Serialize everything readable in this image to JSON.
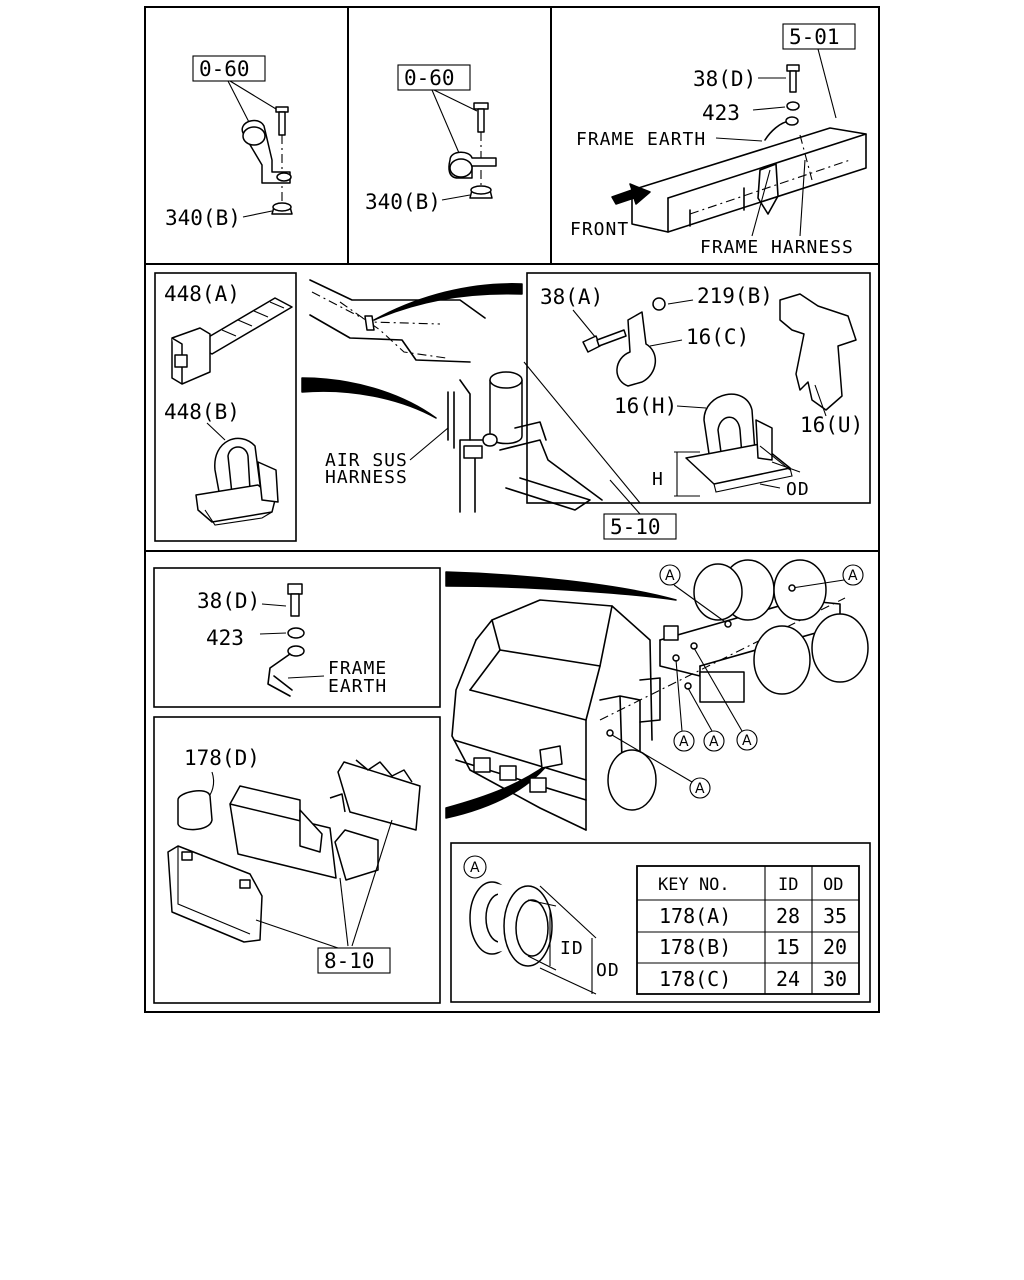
{
  "refs": {
    "p1_ref": "0-60",
    "p2_ref": "0-60",
    "p3_ref": "5-01",
    "mid_ref": "5-10",
    "clip_ref": "8-10"
  },
  "labels": {
    "p1_nut": "340(B)",
    "p2_nut": "340(B)",
    "p3_bolt": "38(D)",
    "p3_washer": "423",
    "frame_earth": "FRAME EARTH",
    "front": "FRONT",
    "frame_harness": "FRAME HARNESS",
    "tie_a": "448(A)",
    "tie_b": "448(B)",
    "air_sus_1": "AIR SUS",
    "air_sus_2": "HARNESS",
    "bolt_38a": "38(A)",
    "washer_219b": "219(B)",
    "clip_16c": "16(C)",
    "clip_16h": "16(H)",
    "clip_16u": "16(U)",
    "dim_h": "H",
    "dim_od": "OD",
    "earth_bolt": "38(D)",
    "earth_washer": "423",
    "earth_1": "FRAME",
    "earth_2": "EARTH",
    "grommet_178d": "178(D)",
    "marker_a": "A",
    "grom_id": "ID",
    "grom_od": "OD"
  },
  "table": {
    "headers": [
      "KEY NO.",
      "ID",
      "OD"
    ],
    "rows": [
      [
        "178(A)",
        "28",
        "35"
      ],
      [
        "178(B)",
        "15",
        "20"
      ],
      [
        "178(C)",
        "24",
        "30"
      ]
    ]
  }
}
